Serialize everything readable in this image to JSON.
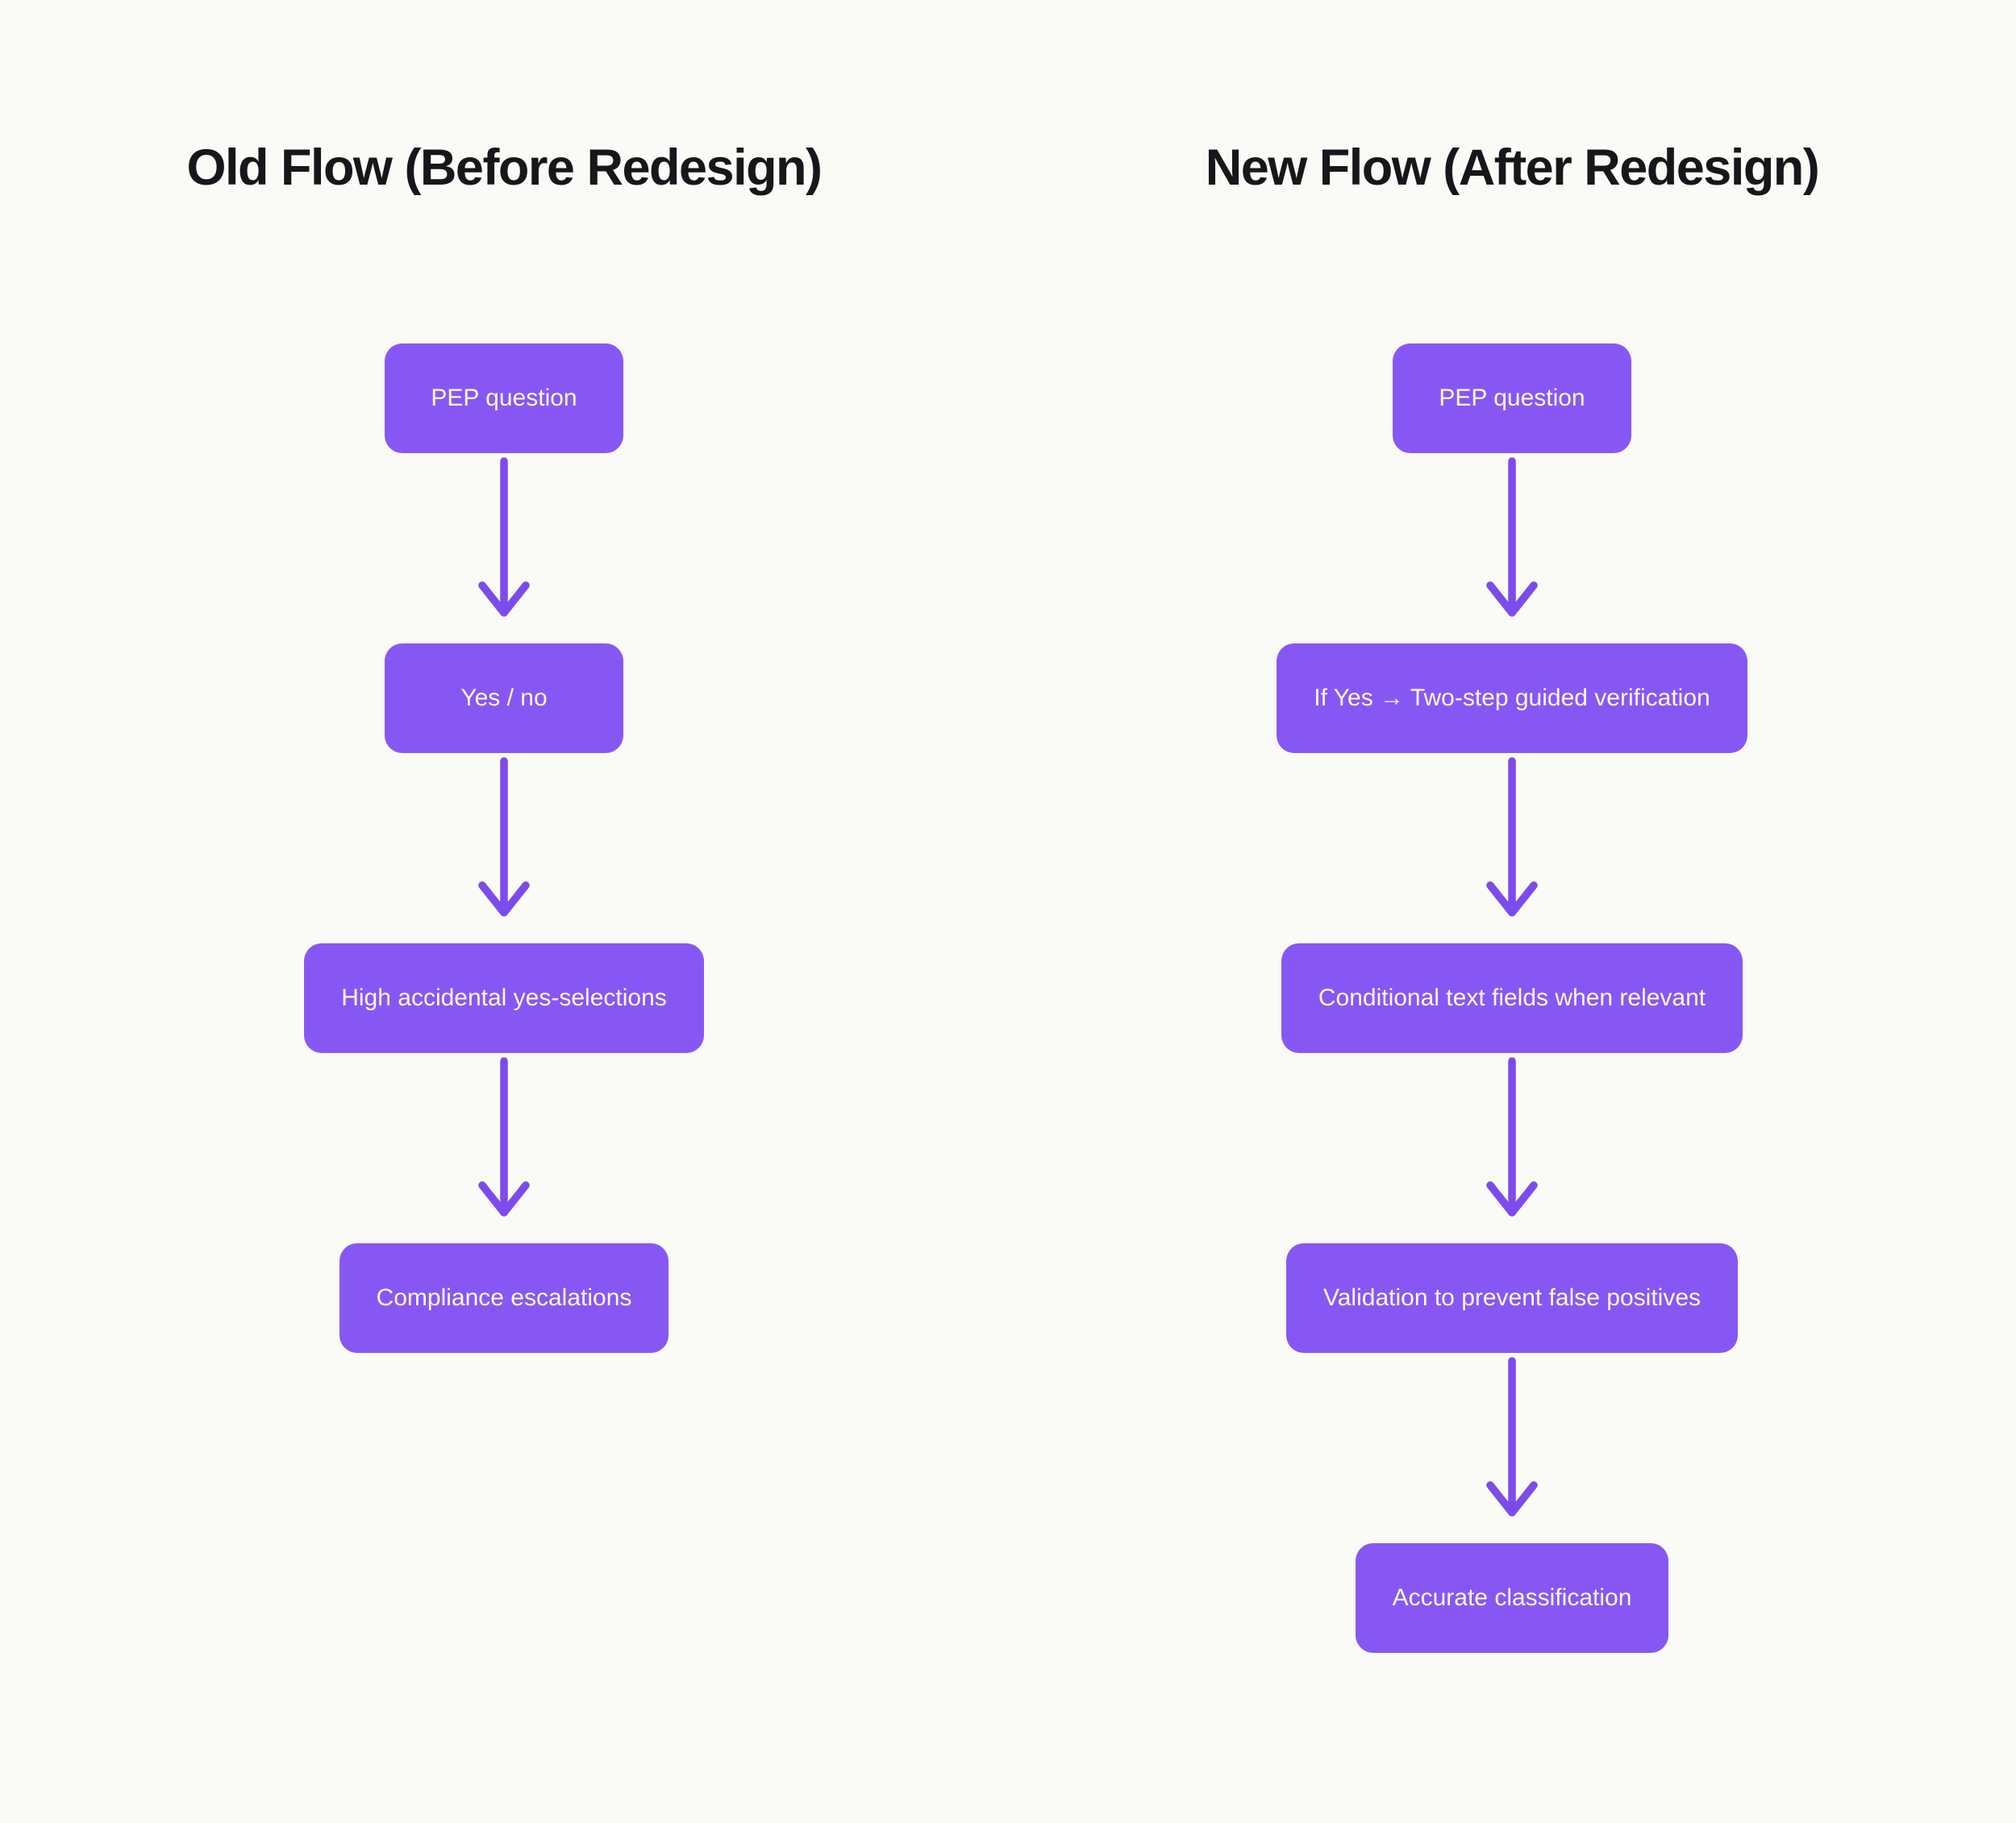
{
  "colors": {
    "background": "#FAFAF7",
    "node_fill": "#8757F4",
    "node_text": "#FBF9FF",
    "arrow": "#7C4BEC",
    "title_text": "#17171B"
  },
  "flows": [
    {
      "title": "Old Flow (Before Redesign)",
      "steps": [
        "PEP question",
        "Yes / no",
        "High accidental yes-selections",
        "Compliance escalations"
      ]
    },
    {
      "title": "New Flow (After Redesign)",
      "steps": [
        "PEP question",
        "If Yes → Two-step guided verification",
        "Conditional text fields when relevant",
        "Validation to prevent false positives",
        "Accurate classification"
      ]
    }
  ]
}
